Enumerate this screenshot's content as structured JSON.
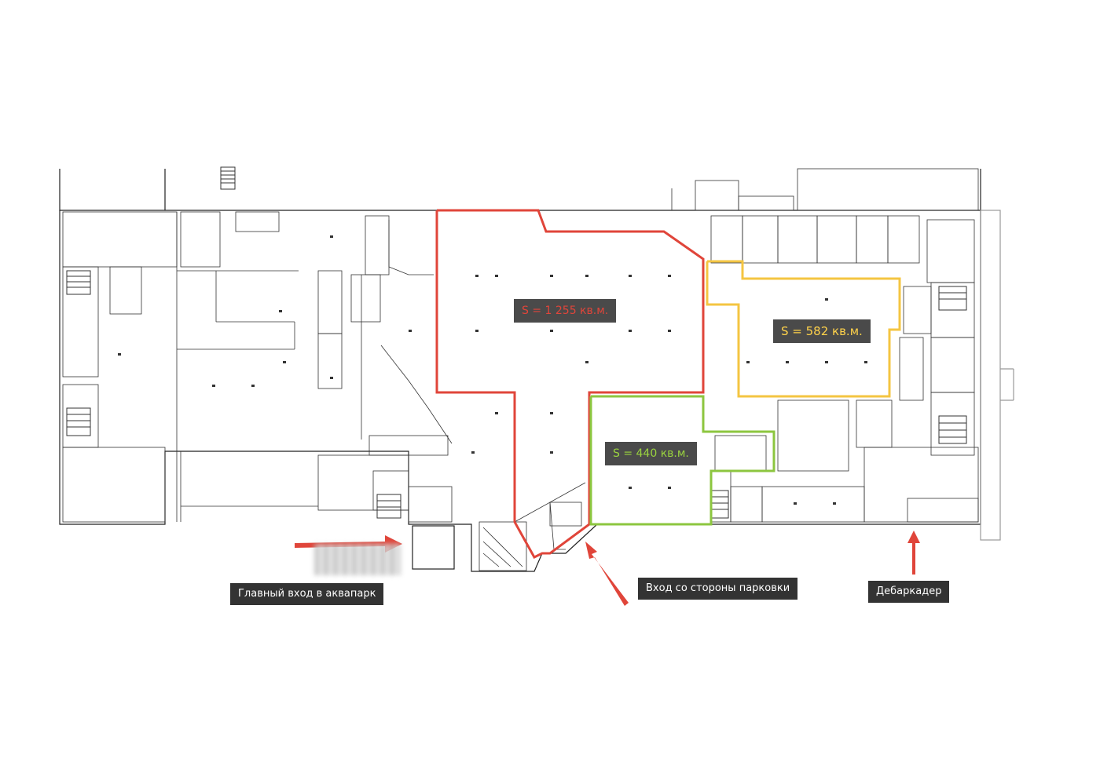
{
  "zones": [
    {
      "id": "red",
      "label": "S = 1 255 кв.м.",
      "color": "#e0453a"
    },
    {
      "id": "yellow",
      "label": "S = 582 кв.м.",
      "color": "#f4c542"
    },
    {
      "id": "green",
      "label": "S = 440 кв.м.",
      "color": "#8cc63f"
    }
  ],
  "callouts": {
    "main_entrance": "Главный вход в аквапарк",
    "parking_entrance": "Вход со стороны парковки",
    "dock": "Дебаркадер"
  },
  "arrow_color": "#e0453a",
  "icons": [
    "arrow-right-icon",
    "arrow-up-icon"
  ]
}
